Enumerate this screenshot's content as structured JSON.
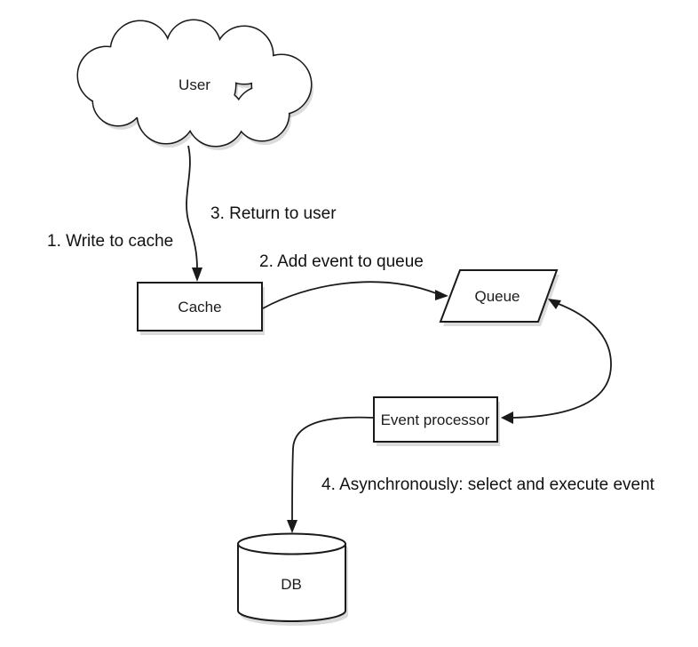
{
  "page": {
    "background_color": "#ffffff"
  },
  "diagram": {
    "type": "flow-diagram",
    "stroke_color": "#1a1a1a",
    "shape_fill_color": "#ffffff",
    "nodes": {
      "user": {
        "label": "User",
        "shape": "cloud"
      },
      "cache": {
        "label": "Cache",
        "shape": "rectangle"
      },
      "queue": {
        "label": "Queue",
        "shape": "parallelogram"
      },
      "event_processor": {
        "label": "Event processor",
        "shape": "rectangle"
      },
      "db": {
        "label": "DB",
        "shape": "cylinder"
      }
    },
    "edges": {
      "user_to_cache": {
        "from": "User",
        "to": "Cache",
        "label_write": "1. Write to cache",
        "label_return": "3. Return to user"
      },
      "cache_to_queue": {
        "from": "Cache",
        "to": "Queue",
        "label": "2. Add event to queue"
      },
      "queue_event_processor": {
        "from": "Queue",
        "to": "Event processor",
        "bidirectional": true
      },
      "event_processor_to_db": {
        "from": "Event processor",
        "to": "DB",
        "label": "4. Asynchronously: select and execute event"
      }
    }
  }
}
